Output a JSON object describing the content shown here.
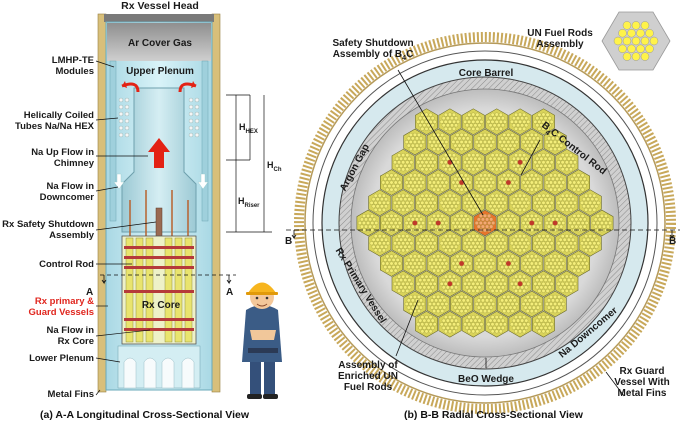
{
  "left": {
    "title": "Rx Vessel Head",
    "cover_gas": "Ar Cover Gas",
    "upper_plenum": "Upper Plenum",
    "core_label": "Rx Core",
    "labels": {
      "lmhp": "LMHP-TE\nModules",
      "hex": "Helically Coiled\nTubes Na/Na HEX",
      "upflow": "Na Up Flow in\nChimney",
      "downcomer": "Na Flow in\nDowncomer",
      "shutdown": "Rx Safety Shutdown\nAssembly",
      "control_rod": "Control Rod",
      "vessels": "Rx primary &\nGuard Vessels",
      "core_flow": "Na Flow in\nRx Core",
      "lower_plenum": "Lower Plenum",
      "fins": "Metal Fins"
    },
    "section_mark": "A",
    "dims": {
      "hhex": "HEX",
      "hriser": "Riser",
      "hch": "Ch",
      "h": "H"
    },
    "caption": "(a) A-A Longitudinal Cross-Sectional View"
  },
  "right": {
    "labels": {
      "shutdown": "Safety Shutdown\nAssembly of B4C",
      "fuel_rods": "UN Fuel Rods\nAssembly",
      "core_barrel": "Core Barrel",
      "control_rod": "B4C Control Rod",
      "argon_gap": "Argon Gap",
      "primary_vessel": "Rx Primary Vessel",
      "downcomer": "Na Downcomer",
      "beo": "BeO Wedge",
      "enriched": "Assembly of\nEnriched UN\nFuel Rods",
      "guard": "Rx Guard\nVessel With\nMetal Fins"
    },
    "section_mark": "B",
    "caption": "(b) B-B Radial Cross-Sectional View"
  },
  "colors": {
    "sodium": "#cfeef5",
    "fuel": "#f4ee7a",
    "control": "#c0392b",
    "shutdown": "#e8742c",
    "fins": "#c8a85a",
    "arrow_red": "#e32214"
  }
}
